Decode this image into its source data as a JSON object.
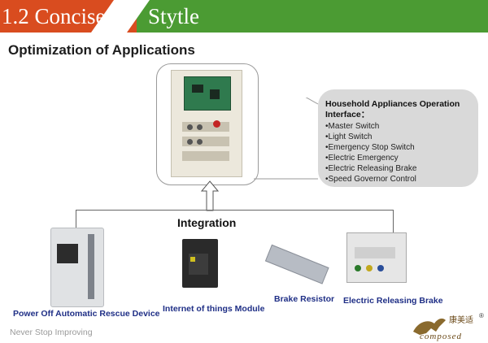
{
  "header": {
    "title_left": "1.2 Concise",
    "title_right": "Stytle"
  },
  "subtitle": "Optimization of Applications",
  "callout": {
    "title": "Household Appliances Operation Interface：",
    "items": [
      "•Master Switch",
      "•Light Switch",
      "•Emergency Stop Switch",
      "•Electric Emergency",
      "•Electric Releasing Brake",
      "•Speed Governor Control"
    ]
  },
  "integration": "Integration",
  "products": {
    "rescue": "Power Off Automatic Rescue Device",
    "iot": "Internet of things Module",
    "resistor": "Brake Resistor",
    "brake": "Electric Releasing Brake"
  },
  "footer": "Never Stop Improving",
  "logo": {
    "text": "composed",
    "cjk": "康美适",
    "reg": "®"
  },
  "colors": {
    "title_left_bg": "#d94c1f",
    "title_right_bg": "#4b9b33",
    "product_label": "#1f2f86"
  }
}
